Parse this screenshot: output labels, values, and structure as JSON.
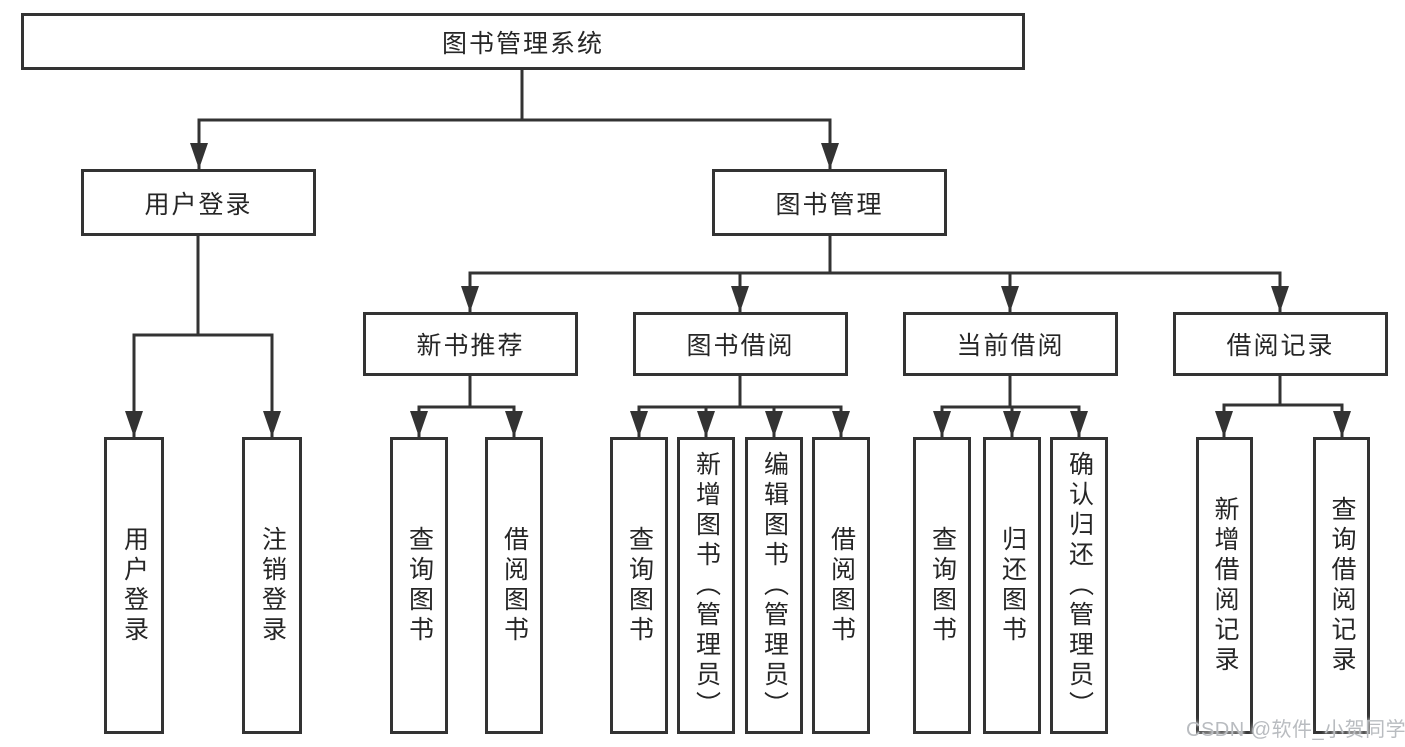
{
  "diagram_type": "hierarchy-tree",
  "watermark": "CSDN @软件_小贺同学",
  "colors": {
    "line": "#333333",
    "node_border": "#333333",
    "node_text": "#262626",
    "background": "#ffffff",
    "watermark_text": "#b9bcc0"
  },
  "hierarchy": {
    "label": "图书管理系统",
    "children": [
      {
        "label": "用户登录",
        "children": [
          {
            "label": "用户登录"
          },
          {
            "label": "注销登录"
          }
        ]
      },
      {
        "label": "图书管理",
        "children": [
          {
            "label": "新书推荐",
            "children": [
              {
                "label": "查询图书"
              },
              {
                "label": "借阅图书"
              }
            ]
          },
          {
            "label": "图书借阅",
            "children": [
              {
                "label": "查询图书"
              },
              {
                "label": "新增图书（管理员）"
              },
              {
                "label": "编辑图书（管理员）"
              },
              {
                "label": "借阅图书"
              }
            ]
          },
          {
            "label": "当前借阅",
            "children": [
              {
                "label": "查询图书"
              },
              {
                "label": "归还图书"
              },
              {
                "label": "确认归还（管理员）"
              }
            ]
          },
          {
            "label": "借阅记录",
            "children": [
              {
                "label": "新增借阅记录"
              },
              {
                "label": "查询借阅记录"
              }
            ]
          }
        ]
      }
    ]
  }
}
